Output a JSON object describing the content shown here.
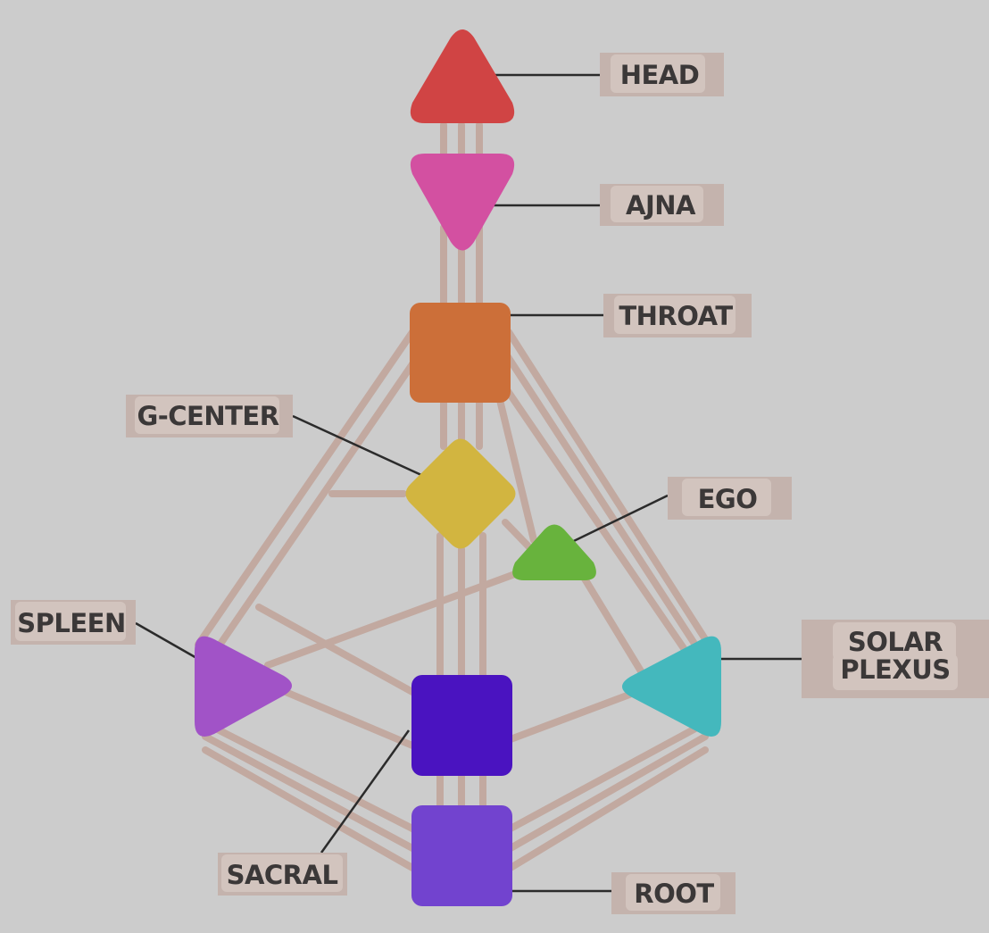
{
  "diagram": {
    "centers": [
      {
        "id": "head",
        "label": "HEAD",
        "color": "#d04444"
      },
      {
        "id": "ajna",
        "label": "AJNA",
        "color": "#d350a1"
      },
      {
        "id": "throat",
        "label": "THROAT",
        "color": "#cc6f39"
      },
      {
        "id": "g-center",
        "label": "G-CENTER",
        "color": "#d2b540"
      },
      {
        "id": "ego",
        "label": "EGO",
        "color": "#68b33d"
      },
      {
        "id": "spleen",
        "label": "SPLEEN",
        "color": "#a153c7"
      },
      {
        "id": "solar-plexus",
        "label_line1": "SOLAR",
        "label_line2": "PLEXUS",
        "color": "#44b8bd"
      },
      {
        "id": "sacral",
        "label": "SACRAL",
        "color": "#4a13c0"
      },
      {
        "id": "root",
        "label": "ROOT",
        "color": "#7243cf"
      }
    ],
    "channel_color": "#c2a9a0",
    "leader_color": "#2b2b2b",
    "label_text_color": "#3b3838"
  }
}
